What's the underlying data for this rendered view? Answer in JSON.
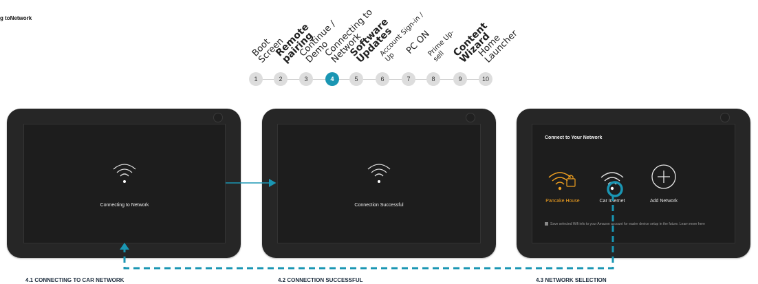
{
  "page_title": "g toNetwork",
  "steps": [
    {
      "number": "1",
      "label_lines": [
        "Boot",
        "Screen"
      ]
    },
    {
      "number": "2",
      "label_lines": [
        "Remote",
        "pairing"
      ]
    },
    {
      "number": "3",
      "label_lines": [
        "Continue /",
        "Demo"
      ]
    },
    {
      "number": "4",
      "label_lines": [
        "Connecting to",
        "Network"
      ]
    },
    {
      "number": "5",
      "label_lines": [
        "Software",
        "Updates"
      ]
    },
    {
      "number": "6",
      "label_lines": [
        "Account Sign-in /",
        "Up"
      ]
    },
    {
      "number": "7",
      "label_lines": [
        "PC ON",
        ""
      ]
    },
    {
      "number": "8",
      "label_lines": [
        "Prime Up-",
        "sell"
      ]
    },
    {
      "number": "9",
      "label_lines": [
        "Content",
        "Wizard"
      ]
    },
    {
      "number": "10",
      "label_lines": [
        "Home",
        "Launcher"
      ]
    }
  ],
  "active_step": "4",
  "screens": {
    "connecting": {
      "message": "Connecting to Network",
      "caption": "4.1 CONNECTING TO CAR NETWORK"
    },
    "success": {
      "message": "Connection Successful",
      "caption": "4.2 CONNECTION SUCCESSFUL"
    },
    "selection": {
      "title": "Connect to Your Network",
      "networks": [
        {
          "name": "Pancake House",
          "selected": true
        },
        {
          "name": "Car Internet",
          "selected": false
        },
        {
          "name": "Add Network",
          "selected": false
        }
      ],
      "save_text": "Save selected Wifi info to your Amazon account for easier device setup in the future. Learn more here",
      "caption": "4.3 NETWORK SELECTION"
    }
  },
  "colors": {
    "accent": "#1a96b3",
    "selected_network": "#f0a020",
    "device_body": "#262626",
    "screen": "#1d1d1d"
  }
}
